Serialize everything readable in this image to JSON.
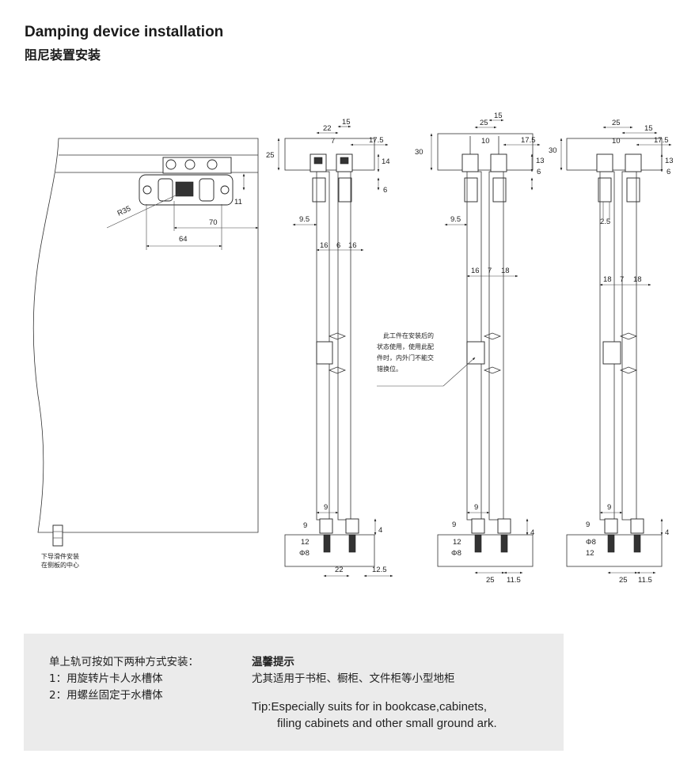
{
  "title": {
    "en": "Damping device installation",
    "cn": "阻尼装置安装"
  },
  "drawing": {
    "left_panel": {
      "dims": {
        "r35": "R35",
        "d11": "11",
        "d70": "70",
        "d64": "64"
      },
      "note_line1": "下导滑件安装",
      "note_line2": "在侧板的中心"
    },
    "section_a": {
      "dims": {
        "d22": "22",
        "d15": "15",
        "d7": "7",
        "d17_5": "17.5",
        "d25": "25",
        "d14": "14",
        "d6": "6",
        "d9_5": "9.5",
        "d16a": "16",
        "d6b": "6",
        "d16b": "16",
        "d9": "9",
        "d9v": "9",
        "d12": "12",
        "phi8": "Φ8",
        "d4": "4",
        "d22b": "22",
        "d12_5": "12.5"
      }
    },
    "section_b": {
      "dims": {
        "d25": "25",
        "d15": "15",
        "d10": "10",
        "d17_5": "17.5",
        "d30": "30",
        "d13": "13",
        "d6": "6",
        "d9_5": "9.5",
        "d16": "16",
        "d7": "7",
        "d18": "18",
        "d9": "9",
        "d9v": "9",
        "d12": "12",
        "phi8": "Φ8",
        "d4": "4",
        "d25b": "25",
        "d11_5": "11.5"
      },
      "note": [
        "此工件在安装后的",
        "状态使用，使用此配",
        "件时，内外门不能交",
        "错换位。"
      ]
    },
    "section_c": {
      "dims": {
        "d25": "25",
        "d15": "15",
        "d10": "10",
        "d17_5": "17.5",
        "d30": "30",
        "d13": "13",
        "d6": "6",
        "d2_5": "2.5",
        "d18a": "18",
        "d7": "7",
        "d18b": "18",
        "d9": "9",
        "d9v": "9",
        "d12": "12",
        "phi8": "Φ8",
        "d4": "4",
        "d25b": "25",
        "d11_5": "11.5"
      }
    }
  },
  "tips": {
    "left": [
      "单上轨可按如下两种方式安装：",
      "1：用旋转片卡人水槽体",
      "2：用螺丝固定于水槽体"
    ],
    "heading": "温馨提示",
    "cn": "尤其适用于书柜、橱柜、文件柜等小型地柜",
    "en_line1": "Tip:Especially suits for in bookcase,cabinets,",
    "en_line2": "filing cabinets and other small ground ark."
  }
}
